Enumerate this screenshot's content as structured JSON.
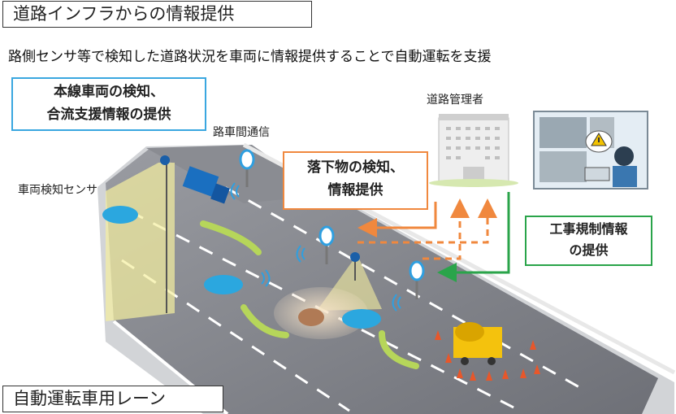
{
  "title": "道路インフラからの情報提供",
  "subtitle": "路側センサ等で検知した道路状況を車両に情報提供することで自動運転を支援",
  "footer_label": "自動運転車用レーン",
  "callouts": {
    "mainline": {
      "line1": "本線車両の検知、",
      "line2": "合流支援情報の提供"
    },
    "debris": {
      "line1": "落下物の検知、",
      "line2": "情報提供"
    },
    "works": {
      "line1": "工事規制情報",
      "line2": "の提供"
    }
  },
  "labels": {
    "rsu": "路車間通信",
    "road_manager": "道路管理者",
    "vehicle_sensor": "車両検知センサ"
  },
  "colors": {
    "mainline_border": "#3aa7e0",
    "debris_border": "#f0883e",
    "works_border": "#2aa44a",
    "road": "#7d7f86",
    "car": "#2ba7df",
    "truck": "#1a6fc0"
  },
  "icons": [
    "roadside-antenna-icon",
    "road-sensor-camera-icon",
    "building-icon",
    "operator-monitor-icon",
    "warning-icon",
    "cement-mixer-icon",
    "traffic-cone-icon",
    "debris-icon"
  ]
}
